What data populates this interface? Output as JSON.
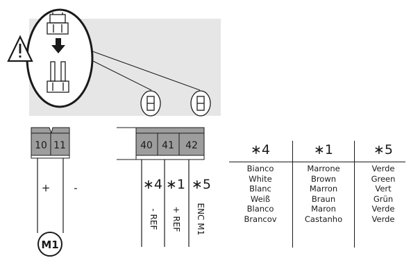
{
  "motor": {
    "terminals": [
      "10",
      "11"
    ],
    "label": "M1",
    "polarity_plus": "+",
    "polarity_minus": "-"
  },
  "encoder": {
    "terminals": [
      "40",
      "41",
      "42"
    ],
    "markers": [
      "∗4",
      "∗1",
      "∗5"
    ],
    "signals": [
      "- REF",
      "+ REF",
      "ENC M1"
    ]
  },
  "warning_icon": "warning-triangle-icon",
  "colors": {
    "panel": "#e6e6e6",
    "terminal": "#9d9d9d",
    "line": "#1a1a1a"
  },
  "table": {
    "headers": [
      "∗4",
      "∗1",
      "∗5"
    ],
    "columns": [
      [
        "Bianco",
        "White",
        "Blanc",
        "Weiß",
        "Blanco",
        "Brancov"
      ],
      [
        "Marrone",
        "Brown",
        "Marron",
        "Braun",
        "Maron",
        "Castanho"
      ],
      [
        "Verde",
        "Green",
        "Vert",
        "Grün",
        "Verde",
        "Verde"
      ]
    ]
  }
}
